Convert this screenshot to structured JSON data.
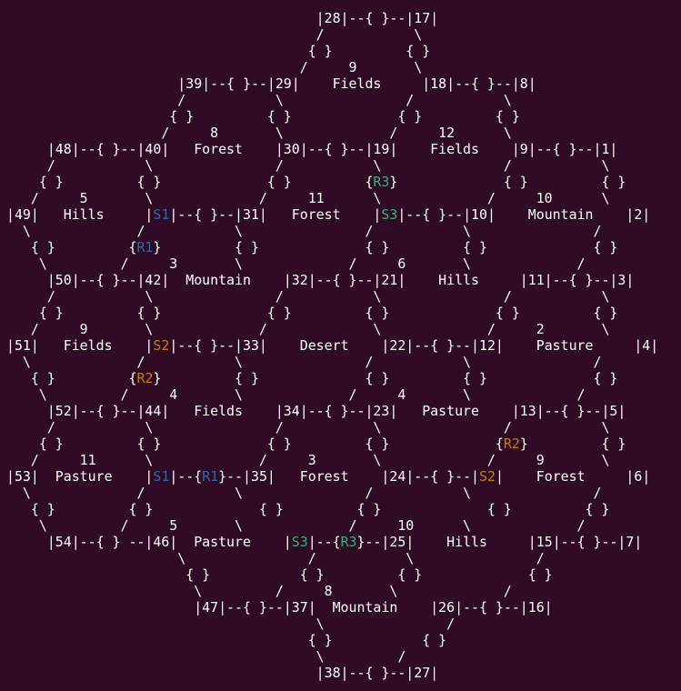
{
  "colors": {
    "background": "#300a24",
    "text": "#ffffff",
    "s1_r1": "#3465a4",
    "s2_r2": "#c17d11",
    "s3_r3": "#36b07a"
  },
  "board": {
    "lines": [
      [
        {
          "t": "                                      |28|--{ }--|17|"
        }
      ],
      [
        {
          "t": "                                      /           \\"
        }
      ],
      [
        {
          "t": "                                     { }         { }"
        }
      ],
      [
        {
          "t": "                                    /     9       \\"
        }
      ],
      [
        {
          "t": "                     |39|--{ }--|29|    Fields     |18|--{ }--|8|"
        }
      ],
      [
        {
          "t": "                     /           \\               /           \\"
        }
      ],
      [
        {
          "t": "                    { }         { }             { }         { }"
        }
      ],
      [
        {
          "t": "                   /     8       \\             /     12      \\"
        }
      ],
      [
        {
          "t": "     |48|--{ }--|40|   Forest    |30|--{ }--|19|    Fields    |9|--{ }--|1|"
        }
      ],
      [
        {
          "t": "     /           \\               /           \\               /           \\"
        }
      ],
      [
        {
          "t": "    { }         { }             { }         {"
        },
        {
          "t": "R3",
          "c": "r3"
        },
        {
          "t": "}             { }         { }"
        }
      ],
      [
        {
          "t": "   /     5       \\             /     11      \\             /     10      \\"
        }
      ],
      [
        {
          "t": "|49|   Hills     |"
        },
        {
          "t": "S1",
          "c": "s1"
        },
        {
          "t": "|--{ }--|31|   Forest    |"
        },
        {
          "t": "S3",
          "c": "s3"
        },
        {
          "t": "|--{ }--|10|    Mountain    |2|"
        }
      ],
      [
        {
          "t": "  \\             /           \\               /           \\               /"
        }
      ],
      [
        {
          "t": "   { }         {"
        },
        {
          "t": "R1",
          "c": "r1"
        },
        {
          "t": "}         { }             { }         { }             { }"
        }
      ],
      [
        {
          "t": "    \\         /     3       \\             /     6       \\             /"
        }
      ],
      [
        {
          "t": "     |50|--{ }--|42|  Mountain    |32|--{ }--|21|    Hills     |11|--{ }--|3|"
        }
      ],
      [
        {
          "t": "     /           \\               /           \\               /           \\"
        }
      ],
      [
        {
          "t": "    { }         { }             { }         { }             { }         { }"
        }
      ],
      [
        {
          "t": "   /     9       \\             /             \\             /     2       \\"
        }
      ],
      [
        {
          "t": "|51|   Fields    |"
        },
        {
          "t": "S2",
          "c": "s2"
        },
        {
          "t": "|--{ }--|33|    Desert    |22|--{ }--|12|    Pasture     |4|"
        }
      ],
      [
        {
          "t": "  \\             /           \\               /           \\               /"
        }
      ],
      [
        {
          "t": "   { }         {"
        },
        {
          "t": "R2",
          "c": "r2"
        },
        {
          "t": "}         { }             { }         { }             { }"
        }
      ],
      [
        {
          "t": "    \\         /     4       \\             /     4       \\             /"
        }
      ],
      [
        {
          "t": "     |52|--{ }--|44|   Fields    |34|--{ }--|23|   Pasture    |13|--{ }--|5|"
        }
      ],
      [
        {
          "t": "     /           \\               /           \\               /           \\"
        }
      ],
      [
        {
          "t": "    { }         { }             { }         { }             {"
        },
        {
          "t": "R2",
          "c": "r2"
        },
        {
          "t": "}         { }"
        }
      ],
      [
        {
          "t": "   /     11      \\             /     3       \\             /     9       \\"
        }
      ],
      [
        {
          "t": "|53|  Pasture    |"
        },
        {
          "t": "S1",
          "c": "s1"
        },
        {
          "t": "|--{"
        },
        {
          "t": "R1",
          "c": "r1"
        },
        {
          "t": "}--|35|   Forest    |24|--{ }--|"
        },
        {
          "t": "S2",
          "c": "s2"
        },
        {
          "t": "|    Forest     |6|"
        }
      ],
      [
        {
          "t": "  \\             /           \\               /           \\               /"
        }
      ],
      [
        {
          "t": "   { }         { }             { }         { }             { }         { }"
        }
      ],
      [
        {
          "t": "    \\         /     5       \\             /     10      \\             /"
        }
      ],
      [
        {
          "t": "     |54|--{ } --|46|  Pasture    |"
        },
        {
          "t": "S3",
          "c": "s3"
        },
        {
          "t": "|--{"
        },
        {
          "t": "R3",
          "c": "r3"
        },
        {
          "t": "}--|25|    Hills     |15|--{ }--|7|"
        }
      ],
      [
        {
          "t": "                     \\               /           \\               /"
        }
      ],
      [
        {
          "t": "                      { }           { }         { }             { }"
        }
      ],
      [
        {
          "t": "                       \\         /     8       \\             /"
        }
      ],
      [
        {
          "t": "                       |47|--{ }--|37|  Mountain    |26|--{ }--|16|"
        }
      ],
      [
        {
          "t": "                                      \\               /"
        }
      ],
      [
        {
          "t": "                                     { }           { }"
        }
      ],
      [
        {
          "t": "                                      \\         /"
        }
      ],
      [
        {
          "t": "                                      |38|--{ }--|27|"
        }
      ]
    ]
  }
}
